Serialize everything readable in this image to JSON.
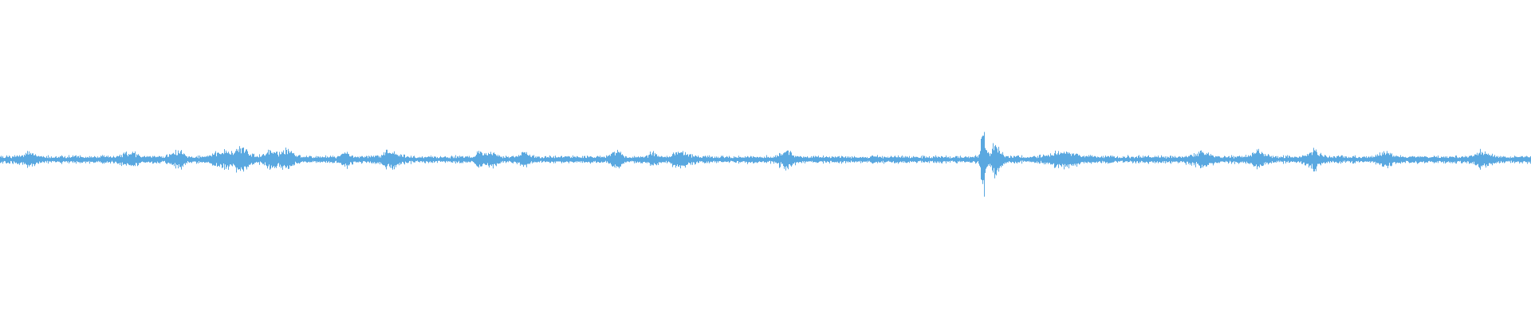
{
  "waveform": {
    "color": "#5aa8e0",
    "background": "#ffffff",
    "samples": 1920,
    "baseline_amplitude": 0.022,
    "bursts": [
      {
        "center": 0.035,
        "width": 0.01,
        "amp": 0.035
      },
      {
        "center": 0.16,
        "width": 0.012,
        "amp": 0.03
      },
      {
        "center": 0.22,
        "width": 0.01,
        "amp": 0.04
      },
      {
        "center": 0.275,
        "width": 0.014,
        "amp": 0.045
      },
      {
        "center": 0.3,
        "width": 0.012,
        "amp": 0.06
      },
      {
        "center": 0.335,
        "width": 0.01,
        "amp": 0.038
      },
      {
        "center": 0.355,
        "width": 0.012,
        "amp": 0.05
      },
      {
        "center": 0.43,
        "width": 0.006,
        "amp": 0.035
      },
      {
        "center": 0.485,
        "width": 0.012,
        "amp": 0.05
      },
      {
        "center": 0.595,
        "width": 0.006,
        "amp": 0.035
      },
      {
        "center": 0.61,
        "width": 0.008,
        "amp": 0.04
      },
      {
        "center": 0.65,
        "width": 0.006,
        "amp": 0.038
      },
      {
        "center": 0.765,
        "width": 0.008,
        "amp": 0.042
      },
      {
        "center": 0.81,
        "width": 0.006,
        "amp": 0.035
      },
      {
        "center": 0.845,
        "width": 0.012,
        "amp": 0.04
      },
      {
        "center": 0.975,
        "width": 0.01,
        "amp": 0.045
      },
      {
        "center": 1.22,
        "width": 0.003,
        "amp": 0.22
      },
      {
        "center": 1.235,
        "width": 0.008,
        "amp": 0.09
      },
      {
        "center": 1.32,
        "width": 0.02,
        "amp": 0.04
      },
      {
        "center": 1.49,
        "width": 0.014,
        "amp": 0.04
      },
      {
        "center": 1.56,
        "width": 0.01,
        "amp": 0.045
      },
      {
        "center": 1.63,
        "width": 0.01,
        "amp": 0.045
      },
      {
        "center": 1.72,
        "width": 0.01,
        "amp": 0.04
      },
      {
        "center": 1.84,
        "width": 0.01,
        "amp": 0.045
      }
    ]
  }
}
